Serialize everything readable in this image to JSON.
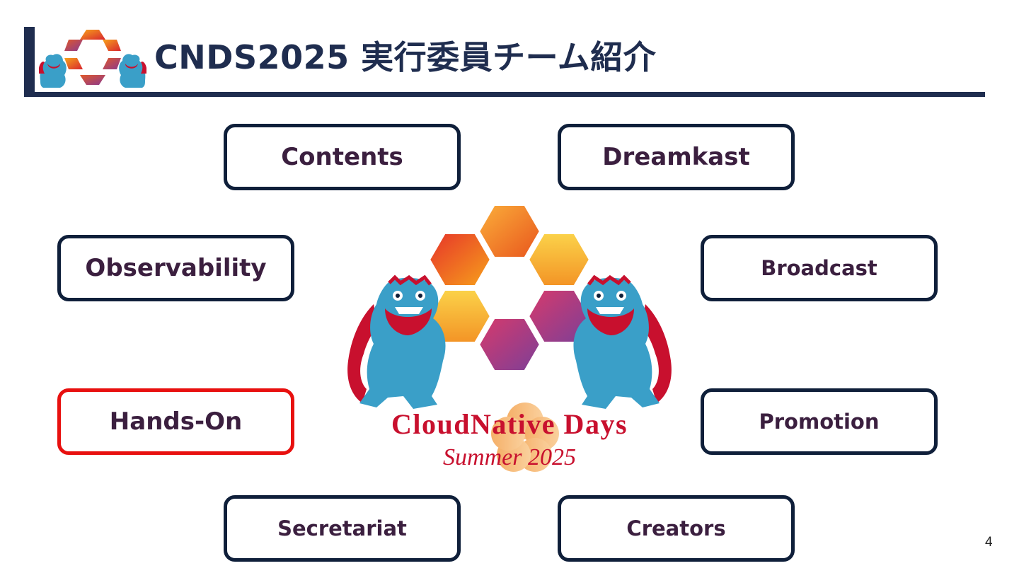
{
  "header": {
    "title": "CNDS2025 実行委員チーム紹介"
  },
  "teams": [
    {
      "label": "Contents",
      "highlighted": false
    },
    {
      "label": "Dreamkast",
      "highlighted": false
    },
    {
      "label": "Observability",
      "highlighted": false
    },
    {
      "label": "Broadcast",
      "highlighted": false
    },
    {
      "label": "Hands-On",
      "highlighted": true
    },
    {
      "label": "Promotion",
      "highlighted": false
    },
    {
      "label": "Secretariat",
      "highlighted": false
    },
    {
      "label": "Creators",
      "highlighted": false
    }
  ],
  "logo": {
    "name": "CloudNative Days",
    "subtitle": "Summer 2025"
  },
  "page_number": "4",
  "colors": {
    "navy": "#1f2d4f",
    "box_border": "#0f1f3a",
    "box_text": "#3b1f3f",
    "highlight": "#e8100f",
    "logo_red": "#c8102e",
    "shisa_blue": "#3a9fc8"
  }
}
